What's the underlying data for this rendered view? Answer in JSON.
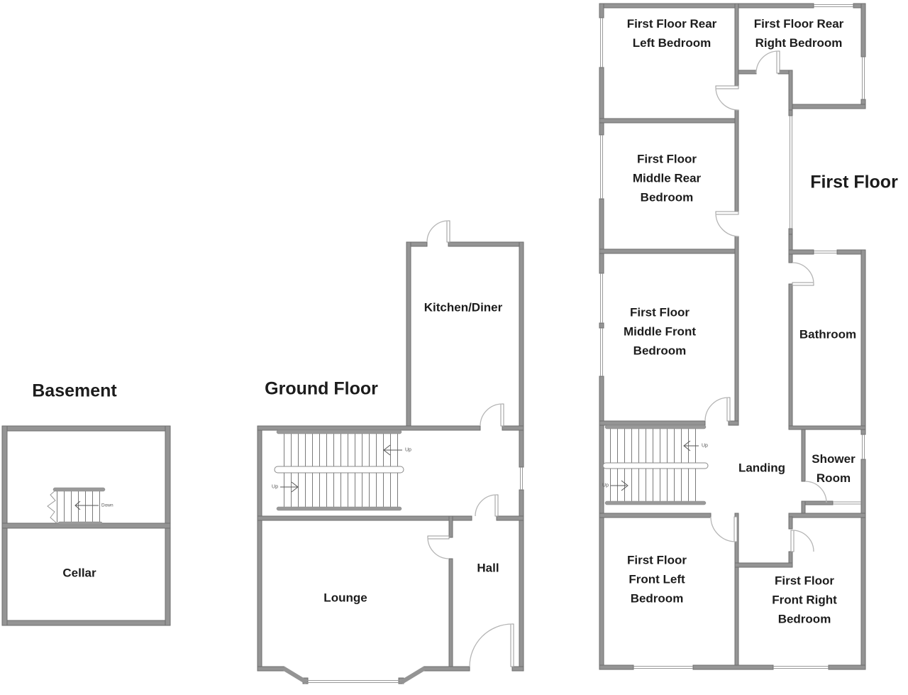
{
  "basement": {
    "title": "Basement",
    "rooms": {
      "cellar": "Cellar"
    },
    "stairs": {
      "direction_label": "Down"
    }
  },
  "ground_floor": {
    "title": "Ground Floor",
    "rooms": {
      "kitchen_diner": "Kitchen/Diner",
      "lounge": "Lounge",
      "hall": "Hall"
    },
    "stairs": {
      "upper_label": "Up",
      "lower_label": "Up"
    }
  },
  "first_floor": {
    "title": "First Floor",
    "rooms": {
      "rear_left_line1": "First Floor Rear",
      "rear_left_line2": "Left Bedroom",
      "rear_right_line1": "First Floor Rear",
      "rear_right_line2": "Right Bedroom",
      "middle_rear_line1": "First Floor",
      "middle_rear_line2": "Middle Rear",
      "middle_rear_line3": "Bedroom",
      "middle_front_line1": "First Floor",
      "middle_front_line2": "Middle Front",
      "middle_front_line3": "Bedroom",
      "bathroom": "Bathroom",
      "landing": "Landing",
      "shower_line1": "Shower",
      "shower_line2": "Room",
      "front_left_line1": "First Floor",
      "front_left_line2": "Front Left",
      "front_left_line3": "Bedroom",
      "front_right_line1": "First Floor",
      "front_right_line2": "Front Right",
      "front_right_line3": "Bedroom"
    },
    "stairs": {
      "upper_label": "Up",
      "lower_label": "Up"
    }
  },
  "colors": {
    "wall": "#949494",
    "wall_edge": "#6e6e6e",
    "door_arc": "#b5b5b5",
    "text": "#1c1c1c"
  }
}
